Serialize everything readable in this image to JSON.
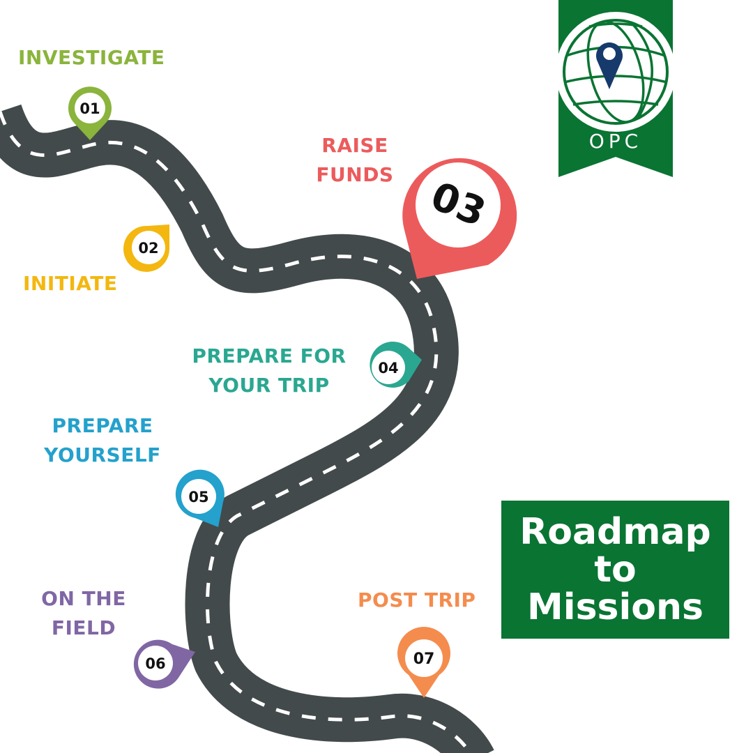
{
  "colors": {
    "road": "#434a4b",
    "road_dash": "#ffffff",
    "brand_green": "#0a7433"
  },
  "logo": {
    "text": "OPC",
    "icon": "globe-location-pin-icon"
  },
  "title": {
    "line1": "Roadmap",
    "line2": "to",
    "line3": "Missions"
  },
  "steps": [
    {
      "number": "01",
      "label_lines": [
        "INVESTIGATE"
      ],
      "color": "#8ab43c"
    },
    {
      "number": "02",
      "label_lines": [
        "INITIATE"
      ],
      "color": "#f3b70f"
    },
    {
      "number": "03",
      "label_lines": [
        "RAISE",
        "FUNDS"
      ],
      "color": "#ec5b5c"
    },
    {
      "number": "04",
      "label_lines": [
        "PREPARE FOR",
        "YOUR TRIP"
      ],
      "color": "#2aa791"
    },
    {
      "number": "05",
      "label_lines": [
        "PREPARE",
        "YOURSELF"
      ],
      "color": "#24a1cc"
    },
    {
      "number": "06",
      "label_lines": [
        "ON THE",
        "FIELD"
      ],
      "color": "#8067a4"
    },
    {
      "number": "07",
      "label_lines": [
        "POST TRIP"
      ],
      "color": "#f48c4e"
    }
  ]
}
